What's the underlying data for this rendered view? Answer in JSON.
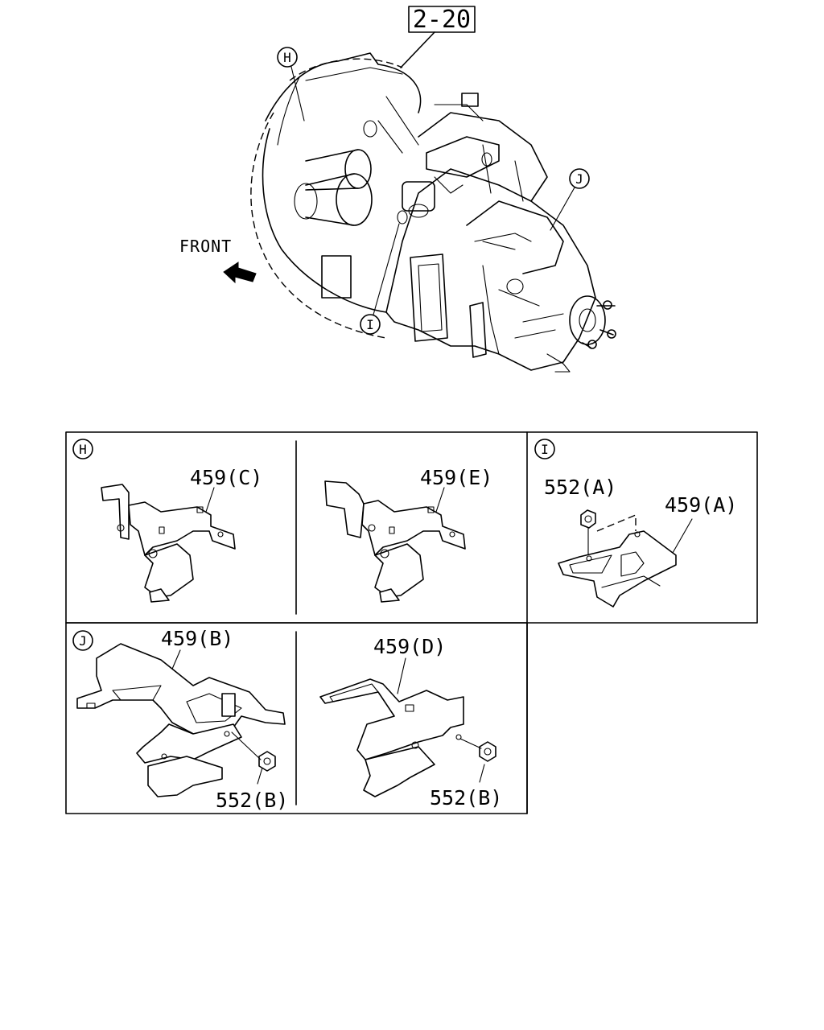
{
  "header": {
    "figure_ref": "2-20",
    "direction_label": "FRONT"
  },
  "callouts": {
    "h": "H",
    "i": "I",
    "j": "J"
  },
  "panels": {
    "h_left": {
      "marker": "H",
      "part": "459(C)"
    },
    "h_right": {
      "part": "459(E)"
    },
    "i": {
      "marker": "I",
      "nut": "552(A)",
      "part": "459(A)"
    },
    "j_left": {
      "marker": "J",
      "part": "459(B)",
      "nut": "552(B)"
    },
    "j_right": {
      "part": "459(D)",
      "nut": "552(B)"
    }
  }
}
